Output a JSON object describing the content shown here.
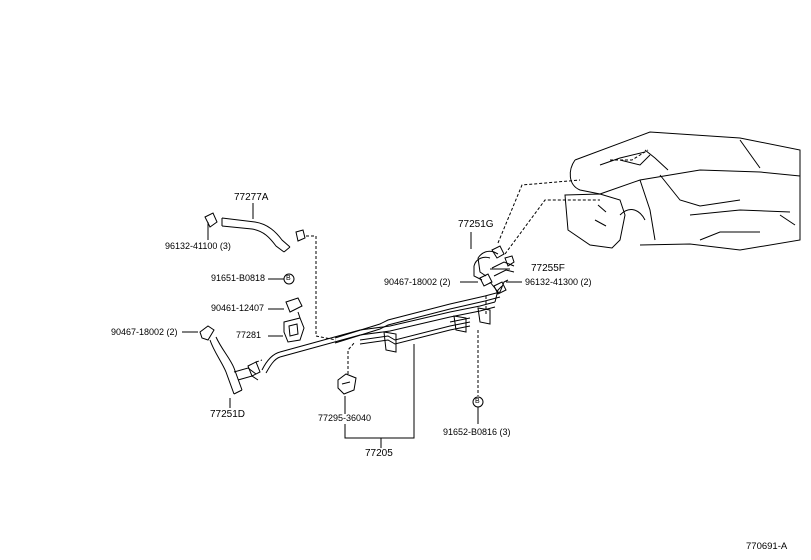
{
  "diagram": {
    "reference": "770691-A",
    "colors": {
      "ink": "#000000",
      "paper": "#ffffff"
    },
    "labels": {
      "l77277A": "77277A",
      "l96132_41100": "96132-41100 (3)",
      "l91651": "91651-B0818",
      "l90461": "90461-12407",
      "l90467_left": "90467-18002 (2)",
      "l77281": "77281",
      "l77251D": "77251D",
      "l77295": "77295-36040",
      "l77205": "77205",
      "l77251G": "77251G",
      "l90467_right": "90467-18002 (2)",
      "l77255F": "77255F",
      "l96132_41300": "96132-41300 (2)",
      "l91652": "91652-B0816 (3)"
    },
    "bolt_marker": "B",
    "icons": [
      "bolt-marker-icon",
      "hose-clamp-icon",
      "clip-icon",
      "bracket-icon",
      "fuel-tank-outline"
    ]
  }
}
